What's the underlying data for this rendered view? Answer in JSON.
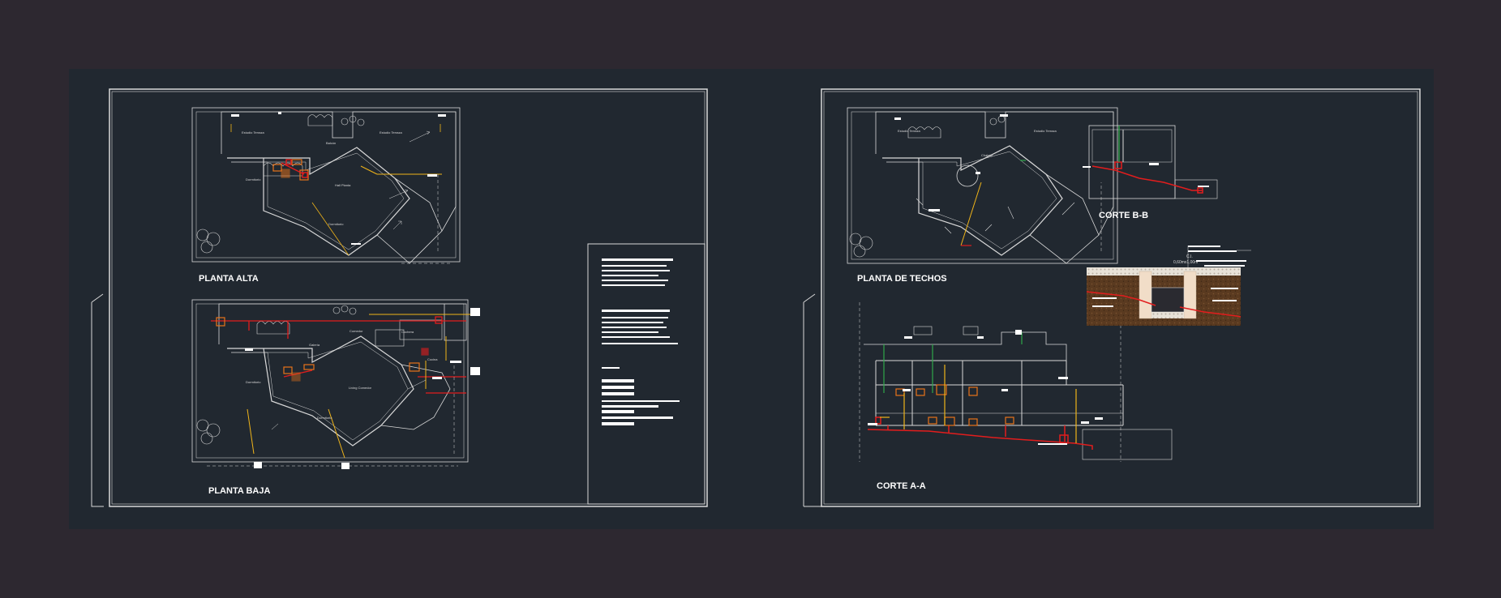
{
  "colors": {
    "background": "#2d2830",
    "model_space": "#212830",
    "linework": "#d9d9d9",
    "water_pipe": "#e21d1d",
    "gas_pipe": "#f0b419",
    "vent_pipe": "#2fa84a",
    "fixture": "#e8731a"
  },
  "sheet1": {
    "plan_upper_title": "PLANTA ALTA",
    "plan_lower_title": "PLANTA BAJA"
  },
  "sheet2": {
    "roof_plan_title": "PLANTA DE TECHOS",
    "section_aa_title": "CORTE A-A",
    "section_bb_title": "CORTE B-B",
    "detail_caption_1": "C.I.",
    "detail_caption_2": "0,60mx1,00m"
  }
}
